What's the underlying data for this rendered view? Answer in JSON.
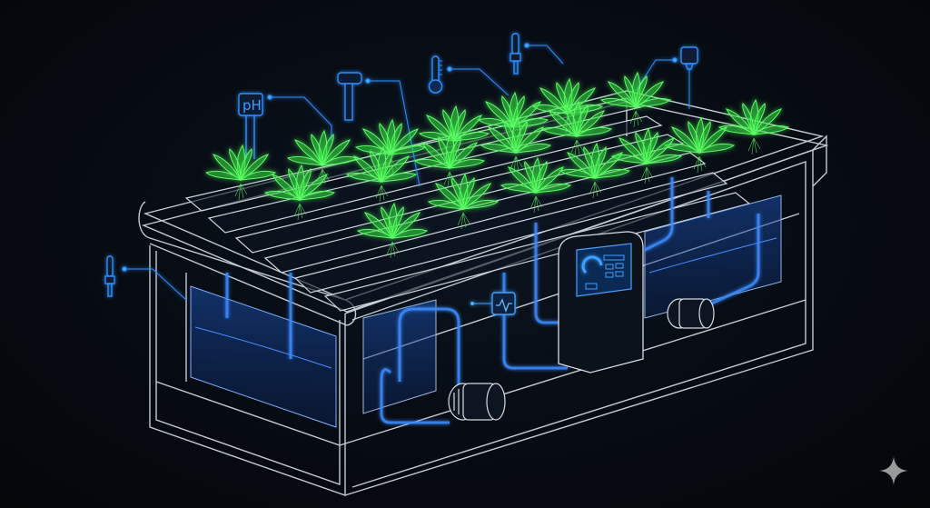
{
  "image": {
    "subject": "Wireframe hydroponic grow system",
    "colors": {
      "background": "#05080d",
      "frame": "#d8dde6",
      "plant": "#3cff4a",
      "sensor": "#2e8fff",
      "water": "#1c5fd8",
      "sparkle": "#9a9a9a"
    }
  },
  "sensors": [
    {
      "name": "ph-sensor",
      "label": "pH"
    },
    {
      "name": "ec-probe"
    },
    {
      "name": "thermometer"
    },
    {
      "name": "level-sensor"
    },
    {
      "name": "flow-sensor"
    },
    {
      "name": "side-probe"
    },
    {
      "name": "waveform-monitor"
    }
  ],
  "control_unit": {
    "has_gauge": true
  },
  "watermark": {
    "icon": "sparkle-icon"
  }
}
